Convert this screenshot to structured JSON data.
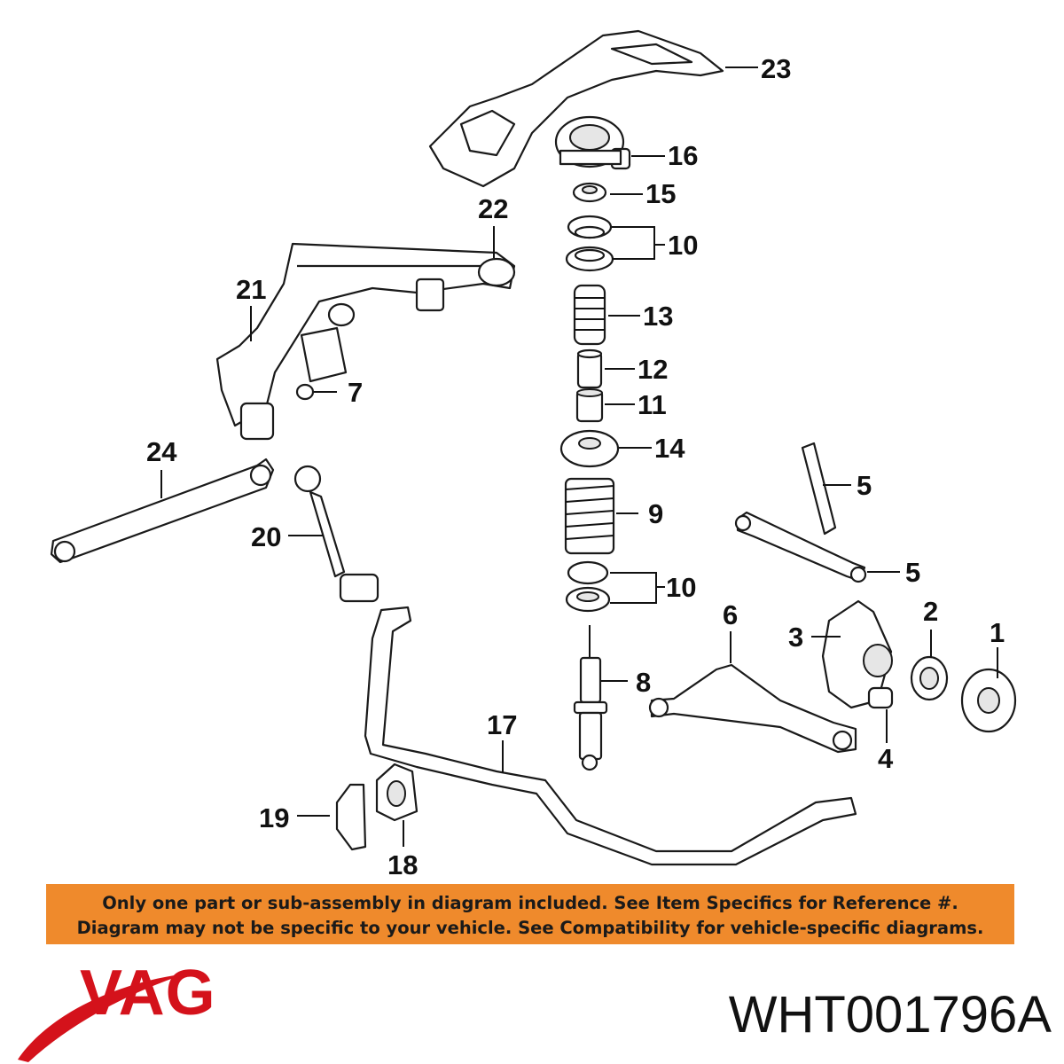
{
  "callouts": {
    "c1": "1",
    "c2": "2",
    "c3": "3",
    "c4": "4",
    "c5a": "5",
    "c5b": "5",
    "c6": "6",
    "c7": "7",
    "c8": "8",
    "c9": "9",
    "c10a": "10",
    "c10b": "10",
    "c11": "11",
    "c12": "12",
    "c13": "13",
    "c14": "14",
    "c15": "15",
    "c16": "16",
    "c17": "17",
    "c18": "18",
    "c19": "19",
    "c20": "20",
    "c21": "21",
    "c22": "22",
    "c23": "23",
    "c24": "24"
  },
  "disclaimer": {
    "line1": "Only one part or sub-assembly in diagram included. See Item Specifics for Reference #.",
    "line2": "Diagram may not be specific to your vehicle. See Compatibility for vehicle-specific diagrams."
  },
  "brand": {
    "name": "VAG",
    "color": "#d4121b"
  },
  "part_number": "WHT001796A",
  "colors": {
    "banner": "#ef8a2c"
  }
}
